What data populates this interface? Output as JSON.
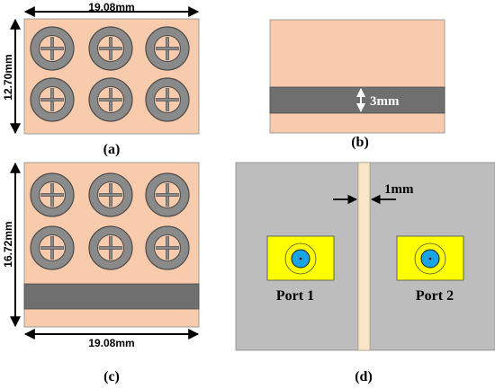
{
  "figure": {
    "panel_a": {
      "caption": "(a)",
      "width_label": "19.08mm",
      "height_label": "12.70mm"
    },
    "panel_b": {
      "caption": "(b)",
      "strip_label": "3mm"
    },
    "panel_c": {
      "caption": "(c)",
      "height_label": "16.72mm",
      "width_label": "19.08mm"
    },
    "panel_d": {
      "caption": "(d)",
      "gap_label": "1mm",
      "port1_label": "Port 1",
      "port2_label": "Port 2"
    }
  },
  "colors": {
    "substrate": "#f8cbad",
    "ring": "#8a8a8a",
    "strip": "#6f6f6f",
    "ground": "#bdbdbd",
    "slot": "#fbe5c8",
    "port_pad": "#ffff00",
    "connector": "#1aa3e8"
  },
  "icons": {
    "element": "ring-with-cross-slot",
    "arrow": "double-headed-arrow"
  }
}
